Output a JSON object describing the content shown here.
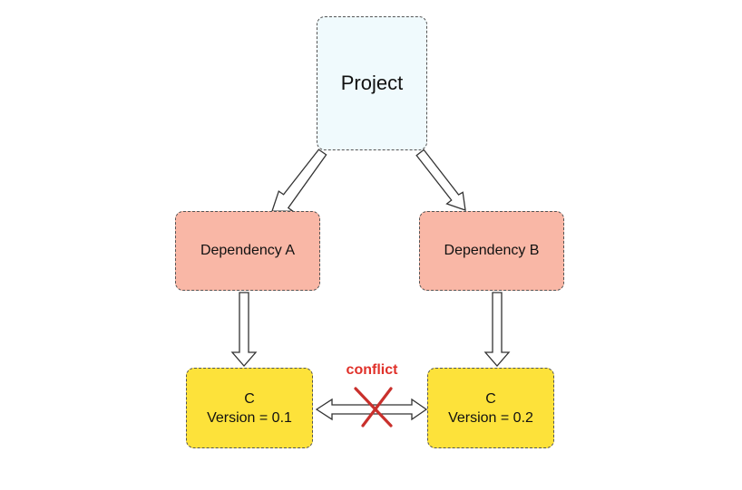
{
  "nodes": {
    "project": {
      "label": "Project",
      "color": "#f0fafd"
    },
    "dependency_a": {
      "label": "Dependency A",
      "color": "#f9b7a6"
    },
    "dependency_b": {
      "label": "Dependency B",
      "color": "#f9b7a6"
    },
    "c_left": {
      "name": "C",
      "version": "Version = 0.1",
      "color": "#fde23a"
    },
    "c_right": {
      "name": "C",
      "version": "Version = 0.2",
      "color": "#fde23a"
    }
  },
  "conflict": {
    "label": "conflict",
    "color": "#e0312a",
    "mark_icon": "cross-icon"
  }
}
